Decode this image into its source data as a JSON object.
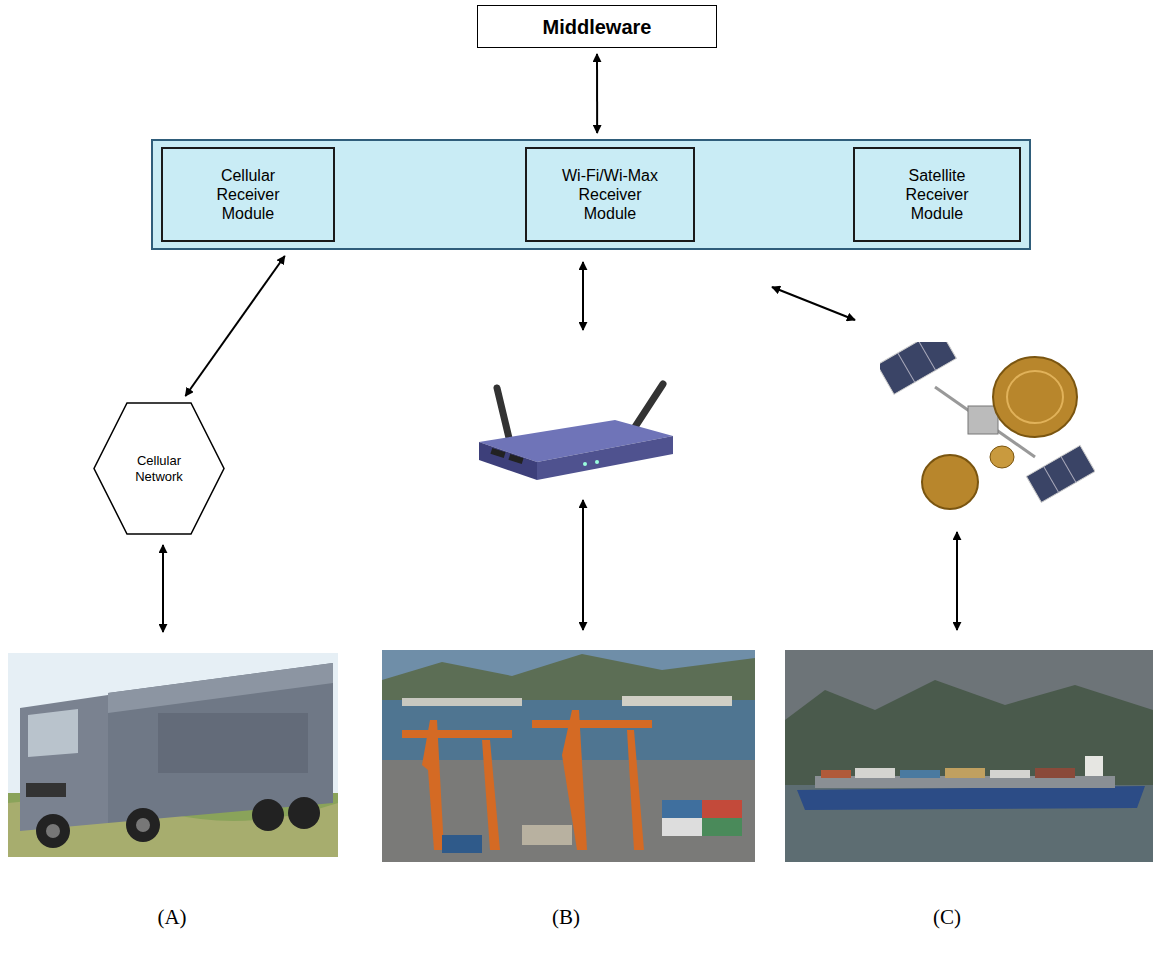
{
  "diagram": {
    "nodes": [
      {
        "text": [
          "Middleware"
        ]
      },
      {
        "text": []
      },
      {
        "text": [
          "Cellular Receiver Module"
        ],
        "in": 1
      },
      {
        "text": [
          "Wi-Fi/Wi-Max Receiver Module"
        ],
        "in": 1
      },
      {
        "text": [
          "Satellite Receiver Module"
        ],
        "in": 1
      },
      {
        "text": [
          "Cellular Network"
        ]
      }
    ],
    "edges": [
      {
        "from": 0,
        "to": 1,
        "arrow": "both"
      },
      {
        "from": 1,
        "to": 5,
        "arrow": "both"
      }
    ],
    "labels": [
      "(A)",
      "(B)",
      "(C)"
    ]
  }
}
